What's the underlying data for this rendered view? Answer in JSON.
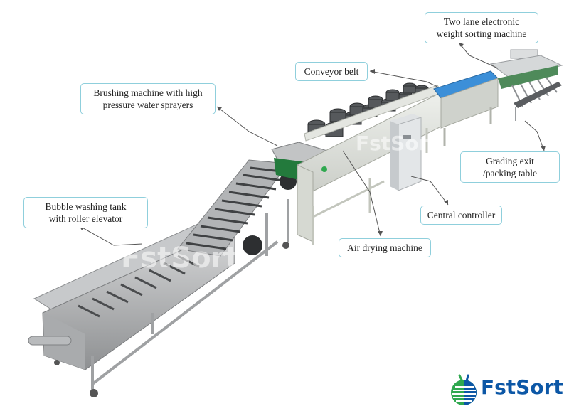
{
  "diagram": {
    "subject": "Fruit washing, drying and weight sorting production line",
    "callouts": [
      {
        "id": "weight-sorter",
        "lines": [
          "Two lane electronic",
          "weight sorting machine"
        ]
      },
      {
        "id": "conveyor-belt",
        "lines": [
          "Conveyor belt"
        ]
      },
      {
        "id": "brushing-machine",
        "lines": [
          "Brushing machine with high",
          "pressure water sprayers"
        ]
      },
      {
        "id": "bubble-washing-tank",
        "lines": [
          "Bubble washing tank",
          "with roller elevator"
        ]
      },
      {
        "id": "grading-exit",
        "lines": [
          "Grading  exit",
          "/packing table"
        ]
      },
      {
        "id": "central-controller",
        "lines": [
          "Central controller"
        ]
      },
      {
        "id": "air-drying-machine",
        "lines": [
          "Air drying machine"
        ]
      }
    ],
    "watermark": "FstSort"
  },
  "brand": {
    "logo_text": "FstSort",
    "colors": {
      "blue": "#0c57a6",
      "green": "#2fa84f",
      "callout_border": "#8fcfdc"
    }
  }
}
